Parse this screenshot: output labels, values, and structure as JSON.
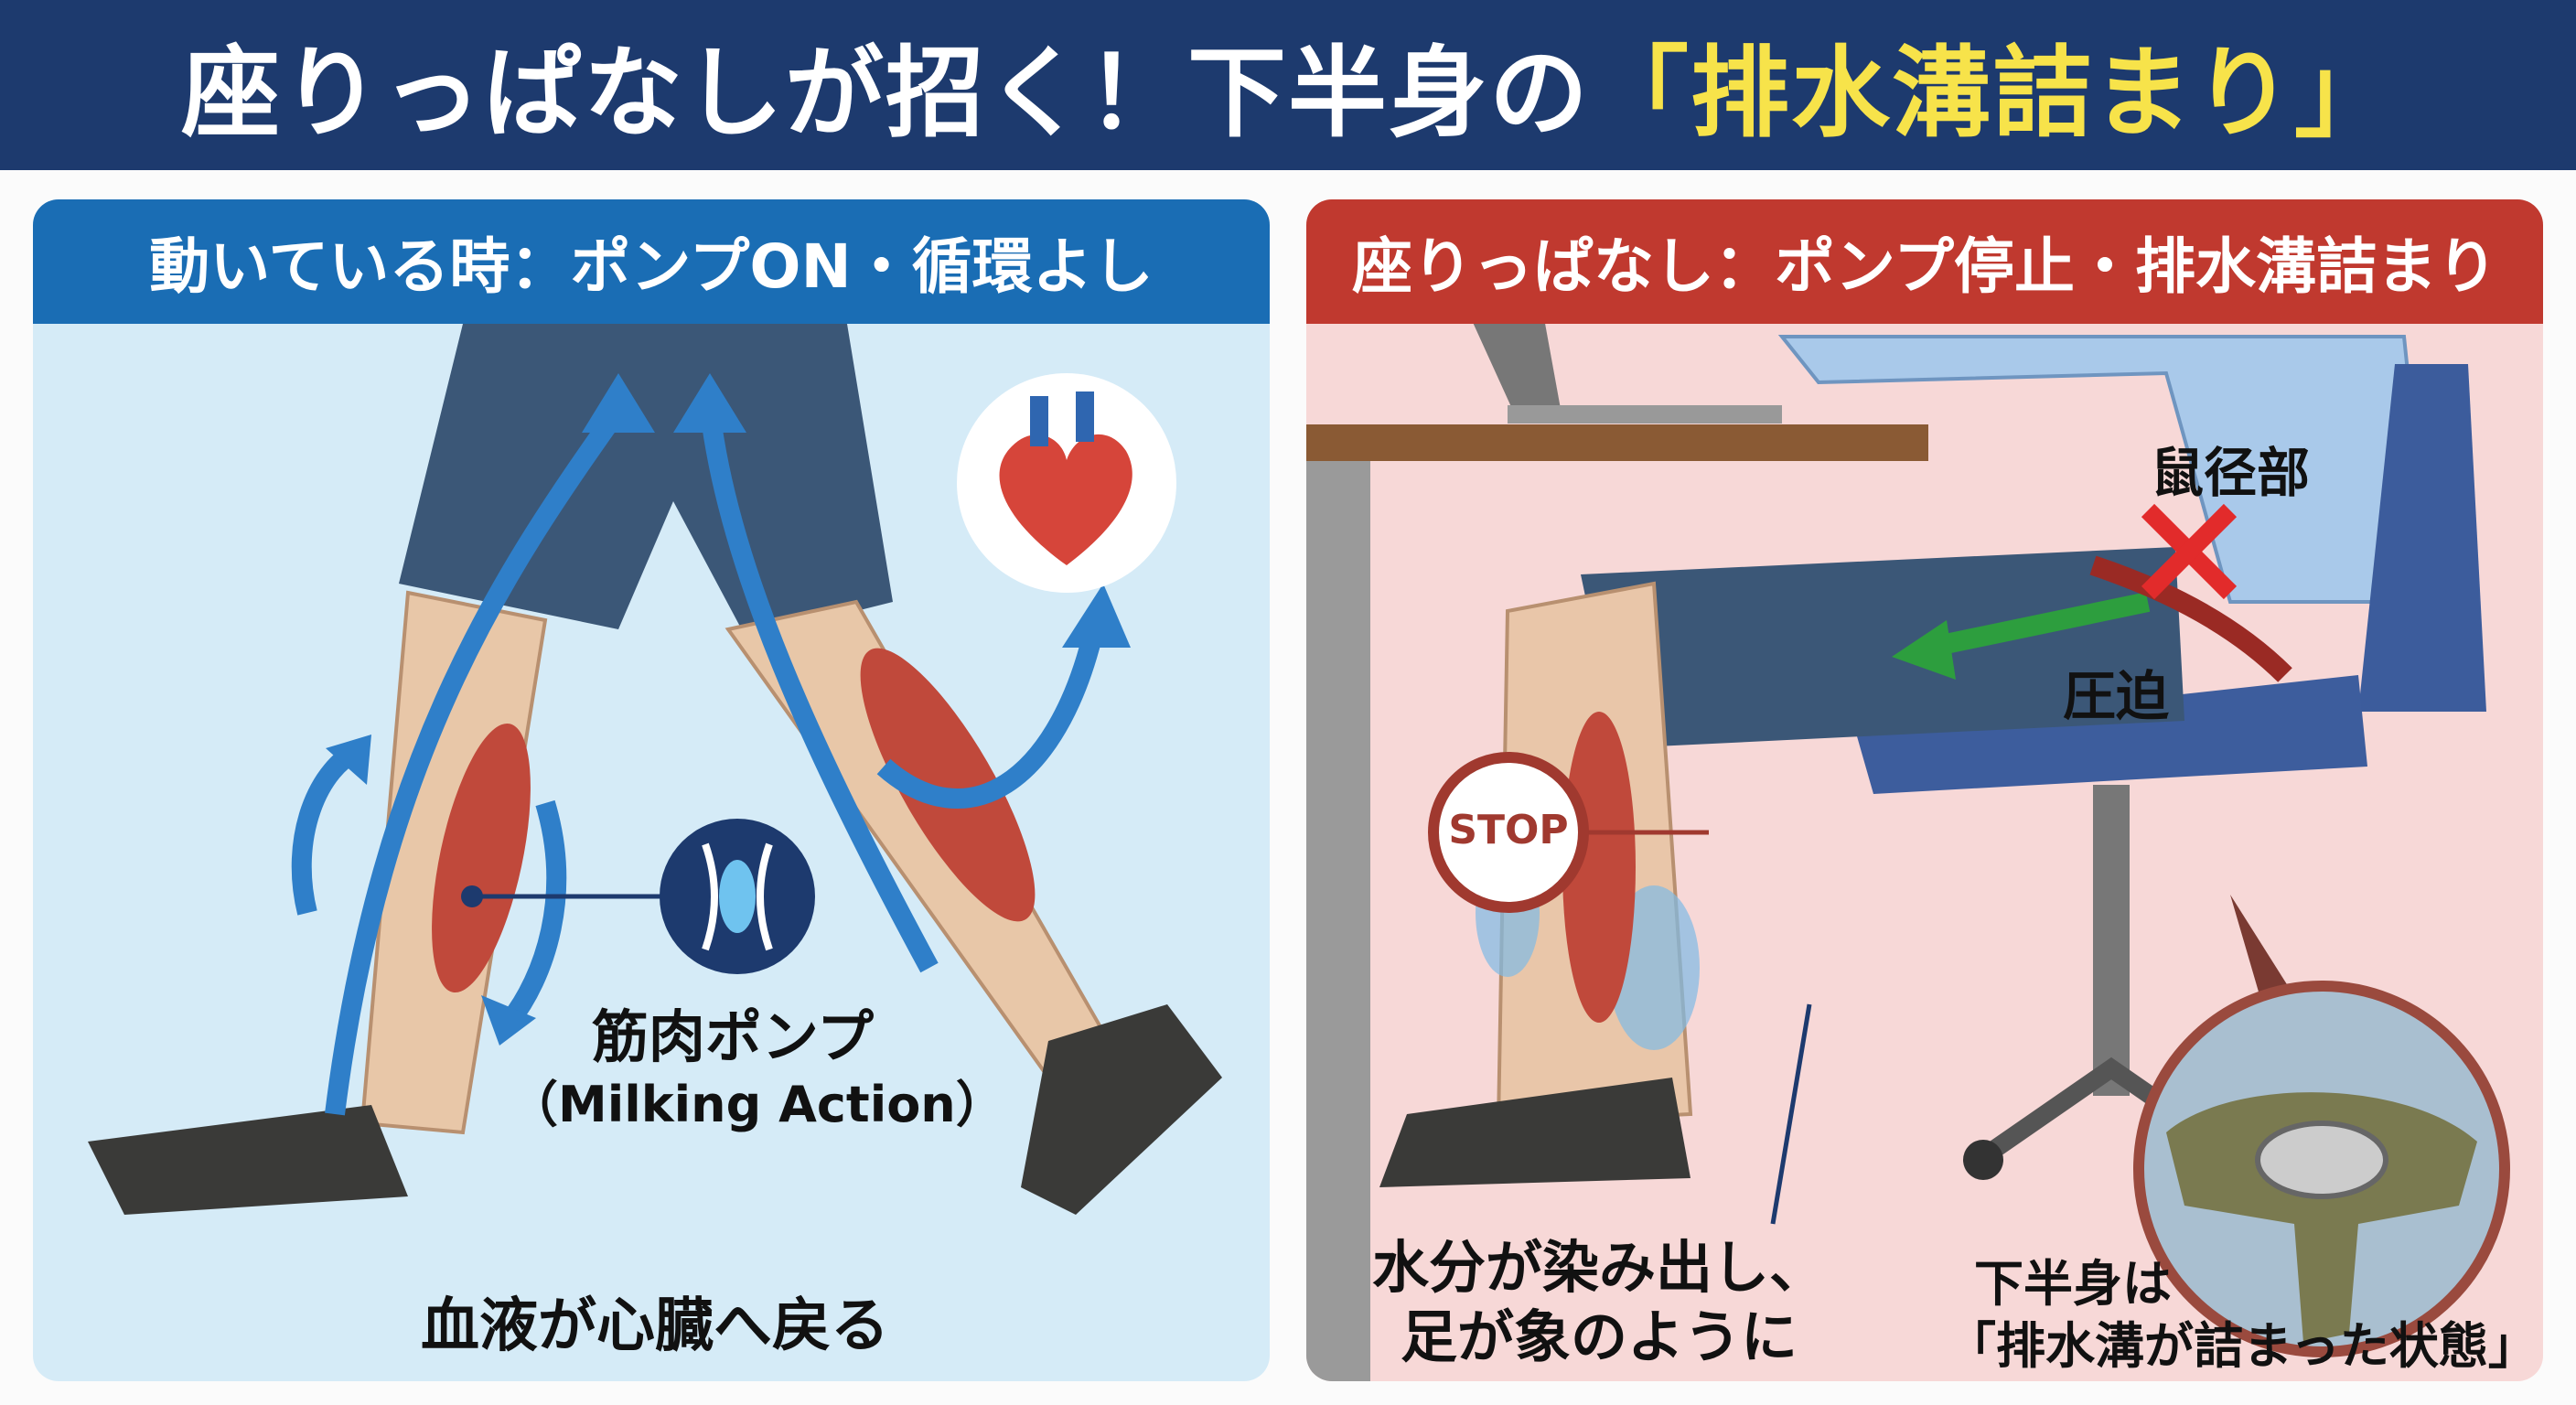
{
  "title": {
    "prefix": "座りっぱなしが招く！下半身の",
    "highlight": "「排水溝詰まり」"
  },
  "left_panel": {
    "heading": "動いている時：ポンプON・循環よし",
    "pump_label": "筋肉ポンプ",
    "pump_sub": "（Milking Action）",
    "caption": "血液が心臓へ戻る",
    "icons": [
      "heart-icon",
      "muscle-pump-icon",
      "up-arrow-icon"
    ]
  },
  "right_panel": {
    "heading": "座りっぱなし：ポンプ停止・排水溝詰まり",
    "stop_label": "STOP",
    "groin_label": "鼠径部",
    "compress_label": "圧迫",
    "caption_left": [
      "水分が染み出し、",
      "足が象のように"
    ],
    "caption_right": [
      "下半身は",
      "「排水溝が詰まった状態」"
    ],
    "icons": [
      "x-mark-icon",
      "drain-icon",
      "water-drop-icon"
    ]
  },
  "colors": {
    "header": "#1d3a6e",
    "highlight": "#f7e34a",
    "left_accent": "#1a6db4",
    "right_accent": "#c0392f"
  }
}
